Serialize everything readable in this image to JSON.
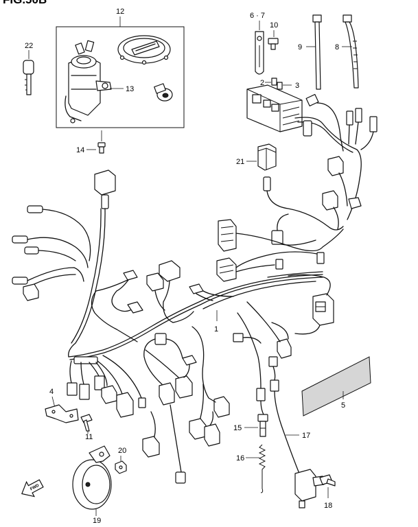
{
  "figure": {
    "title": "FIG.50B"
  },
  "forward_arrow": {
    "text": "FWD"
  },
  "callouts": {
    "c1": "1",
    "c2": "2",
    "c3": "3",
    "c4": "4",
    "c5": "5",
    "c67": "6 · 7",
    "c8": "8",
    "c9": "9",
    "c10": "10",
    "c11": "11",
    "c12": "12",
    "c13": "13",
    "c14": "14",
    "c15": "15",
    "c16": "16",
    "c17": "17",
    "c18": "18",
    "c19": "19",
    "c20": "20",
    "c21": "21",
    "c22": "22"
  }
}
